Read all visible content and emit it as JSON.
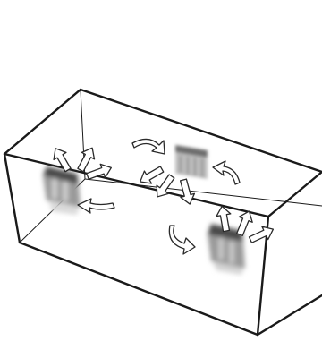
{
  "diagram": {
    "subject": "room-box-airflow",
    "units": [
      {
        "id": "wall-unit-left",
        "kind": "wall-mounted-unit",
        "blurred": true
      },
      {
        "id": "wall-unit-right",
        "kind": "wall-mounted-unit",
        "blurred": true
      },
      {
        "id": "ceiling-unit-center",
        "kind": "ceiling-unit",
        "blurred": true
      }
    ],
    "arrow_groups": [
      {
        "id": "outflow-left",
        "style": "hollow-straight",
        "count": 3
      },
      {
        "id": "outflow-center",
        "style": "hollow-straight",
        "count": 3
      },
      {
        "id": "outflow-right",
        "style": "hollow-straight",
        "count": 3
      },
      {
        "id": "return-flow",
        "style": "hollow-curved",
        "count": 5
      }
    ],
    "colors": {
      "edge": "#1a1a1a",
      "arrow_fill": "#ffffff",
      "arrow_stroke": "#2a2a2a",
      "unit_dark": "#4a4a4a",
      "unit_mid": "#8c8c8c",
      "unit_light": "#c6c6c6",
      "background": "#ffffff"
    }
  }
}
